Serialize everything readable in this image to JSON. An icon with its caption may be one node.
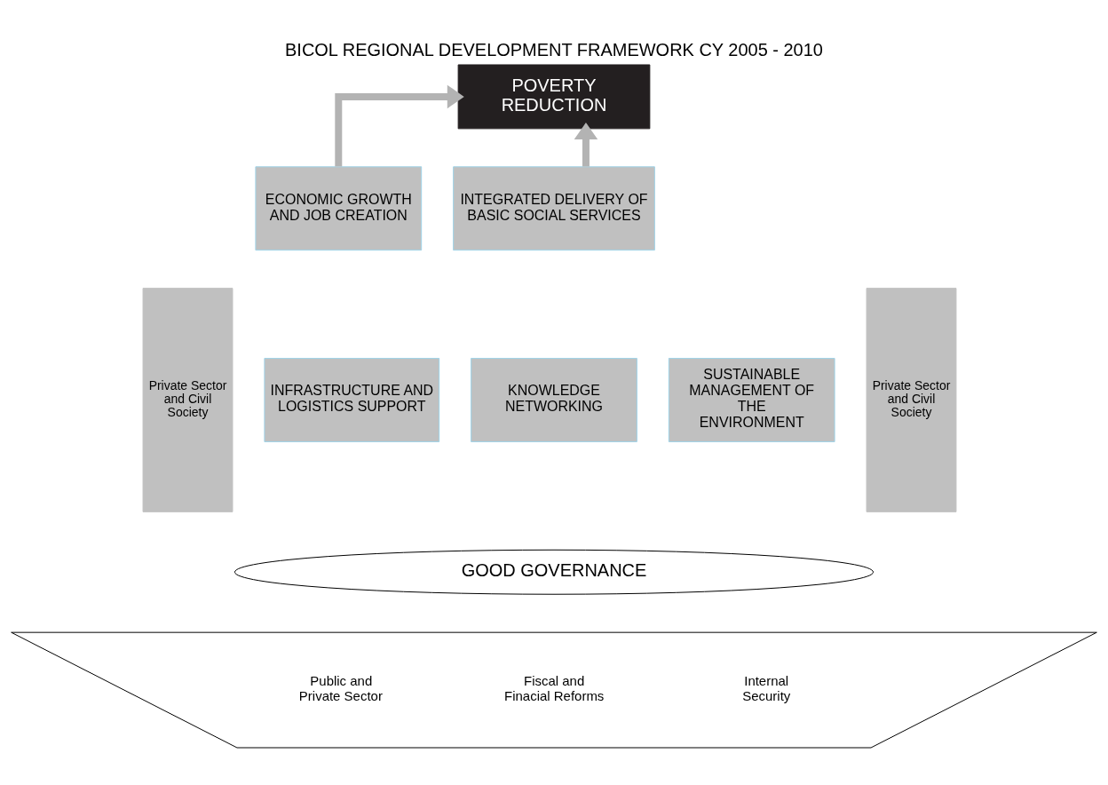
{
  "diagram": {
    "title": "BICOL REGIONAL DEVELOPMENT FRAMEWORK CY 2005 - 2010",
    "nodes": [
      {
        "text": [
          "POVERTY REDUCTION"
        ]
      },
      {
        "text": [
          "ECONOMIC GROWTH AND JOB CREATION"
        ]
      },
      {
        "text": [
          "INTEGRATED DELIVERY OF BASIC SOCIAL SERVICES"
        ]
      },
      {
        "text": [
          "Private Sector and Civil Society"
        ]
      },
      {
        "text": [
          "INFRASTRUCTURE AND LOGISTICS SUPPORT"
        ]
      },
      {
        "text": [
          "KNOWLEDGE NETWORKING"
        ]
      },
      {
        "text": [
          "SUSTAINABLE MANAGEMENT OF THE ENVIRONMENT"
        ]
      },
      {
        "text": [
          "Private Sector and Civil Society"
        ]
      },
      {
        "text": [
          "GOOD GOVERNANCE"
        ]
      },
      {
        "text": [
          "Public and Private Sector",
          "Fiscal and Finacial Reforms",
          "Internal Security"
        ]
      }
    ],
    "edges": [
      {
        "from": 1,
        "to": 0,
        "arrow": "to"
      },
      {
        "from": 2,
        "to": 0,
        "arrow": "to"
      }
    ]
  }
}
